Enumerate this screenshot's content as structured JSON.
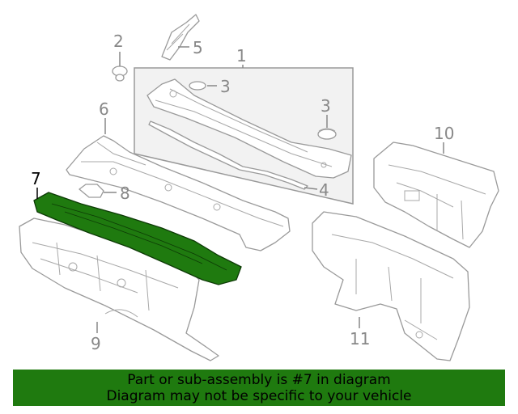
{
  "callouts": [
    "1",
    "2",
    "3",
    "3",
    "4",
    "5",
    "6",
    "7",
    "8",
    "9",
    "10",
    "11"
  ],
  "highlight_color": "#1f7a0f",
  "banner": {
    "line1": "Part or sub-assembly is #7 in diagram",
    "line2": "Diagram may not be specific to your vehicle"
  }
}
